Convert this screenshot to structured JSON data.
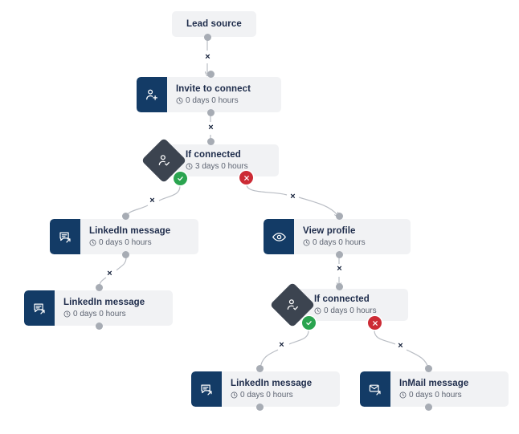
{
  "canvas": {
    "background": "#ffffff",
    "node_card_color": "#f1f2f4",
    "icon_color": "#133b66",
    "condition_color": "#3c4450",
    "yes_color": "#2aa44f",
    "no_color": "#cc2b35",
    "edge_color": "#b9bdc4",
    "port_color": "#a7acb4"
  },
  "nodes": [
    {
      "id": "lead-source",
      "title": "Lead source",
      "subtitle": "",
      "icon": "",
      "type": "start"
    },
    {
      "id": "invite-to-connect",
      "title": "Invite to connect",
      "subtitle": "0 days 0 hours",
      "icon": "person-plus-icon",
      "type": "action"
    },
    {
      "id": "if-connected-1",
      "title": "If connected",
      "subtitle": "3 days 0 hours",
      "icon": "person-check-icon",
      "type": "condition"
    },
    {
      "id": "linkedin-message-1",
      "title": "LinkedIn message",
      "subtitle": "0 days 0 hours",
      "icon": "chat-send-icon",
      "type": "action"
    },
    {
      "id": "view-profile",
      "title": "View profile",
      "subtitle": "0 days 0 hours",
      "icon": "eye-icon",
      "type": "action"
    },
    {
      "id": "linkedin-message-2",
      "title": "LinkedIn message",
      "subtitle": "0 days 0 hours",
      "icon": "chat-send-icon",
      "type": "action"
    },
    {
      "id": "if-connected-2",
      "title": "If connected",
      "subtitle": "0 days 0 hours",
      "icon": "person-check-icon",
      "type": "condition"
    },
    {
      "id": "linkedin-message-3",
      "title": "LinkedIn message",
      "subtitle": "0 days 0 hours",
      "icon": "chat-send-icon",
      "type": "action"
    },
    {
      "id": "inmail-message",
      "title": "InMail message",
      "subtitle": "0 days 0 hours",
      "icon": "envelope-send-icon",
      "type": "action"
    }
  ],
  "edges": [
    {
      "from": "lead-source",
      "to": "invite-to-connect",
      "branch": "",
      "marker": "×"
    },
    {
      "from": "invite-to-connect",
      "to": "if-connected-1",
      "branch": "",
      "marker": "×"
    },
    {
      "from": "if-connected-1",
      "to": "linkedin-message-1",
      "branch": "yes",
      "marker": "×"
    },
    {
      "from": "if-connected-1",
      "to": "view-profile",
      "branch": "no",
      "marker": "×"
    },
    {
      "from": "linkedin-message-1",
      "to": "linkedin-message-2",
      "branch": "",
      "marker": "×"
    },
    {
      "from": "view-profile",
      "to": "if-connected-2",
      "branch": "",
      "marker": "×"
    },
    {
      "from": "if-connected-2",
      "to": "linkedin-message-3",
      "branch": "yes",
      "marker": "×"
    },
    {
      "from": "if-connected-2",
      "to": "inmail-message",
      "branch": "no",
      "marker": "×"
    }
  ],
  "markers": {
    "delete_glyph": "×",
    "yes_glyph": "✓",
    "no_glyph": "✕"
  }
}
